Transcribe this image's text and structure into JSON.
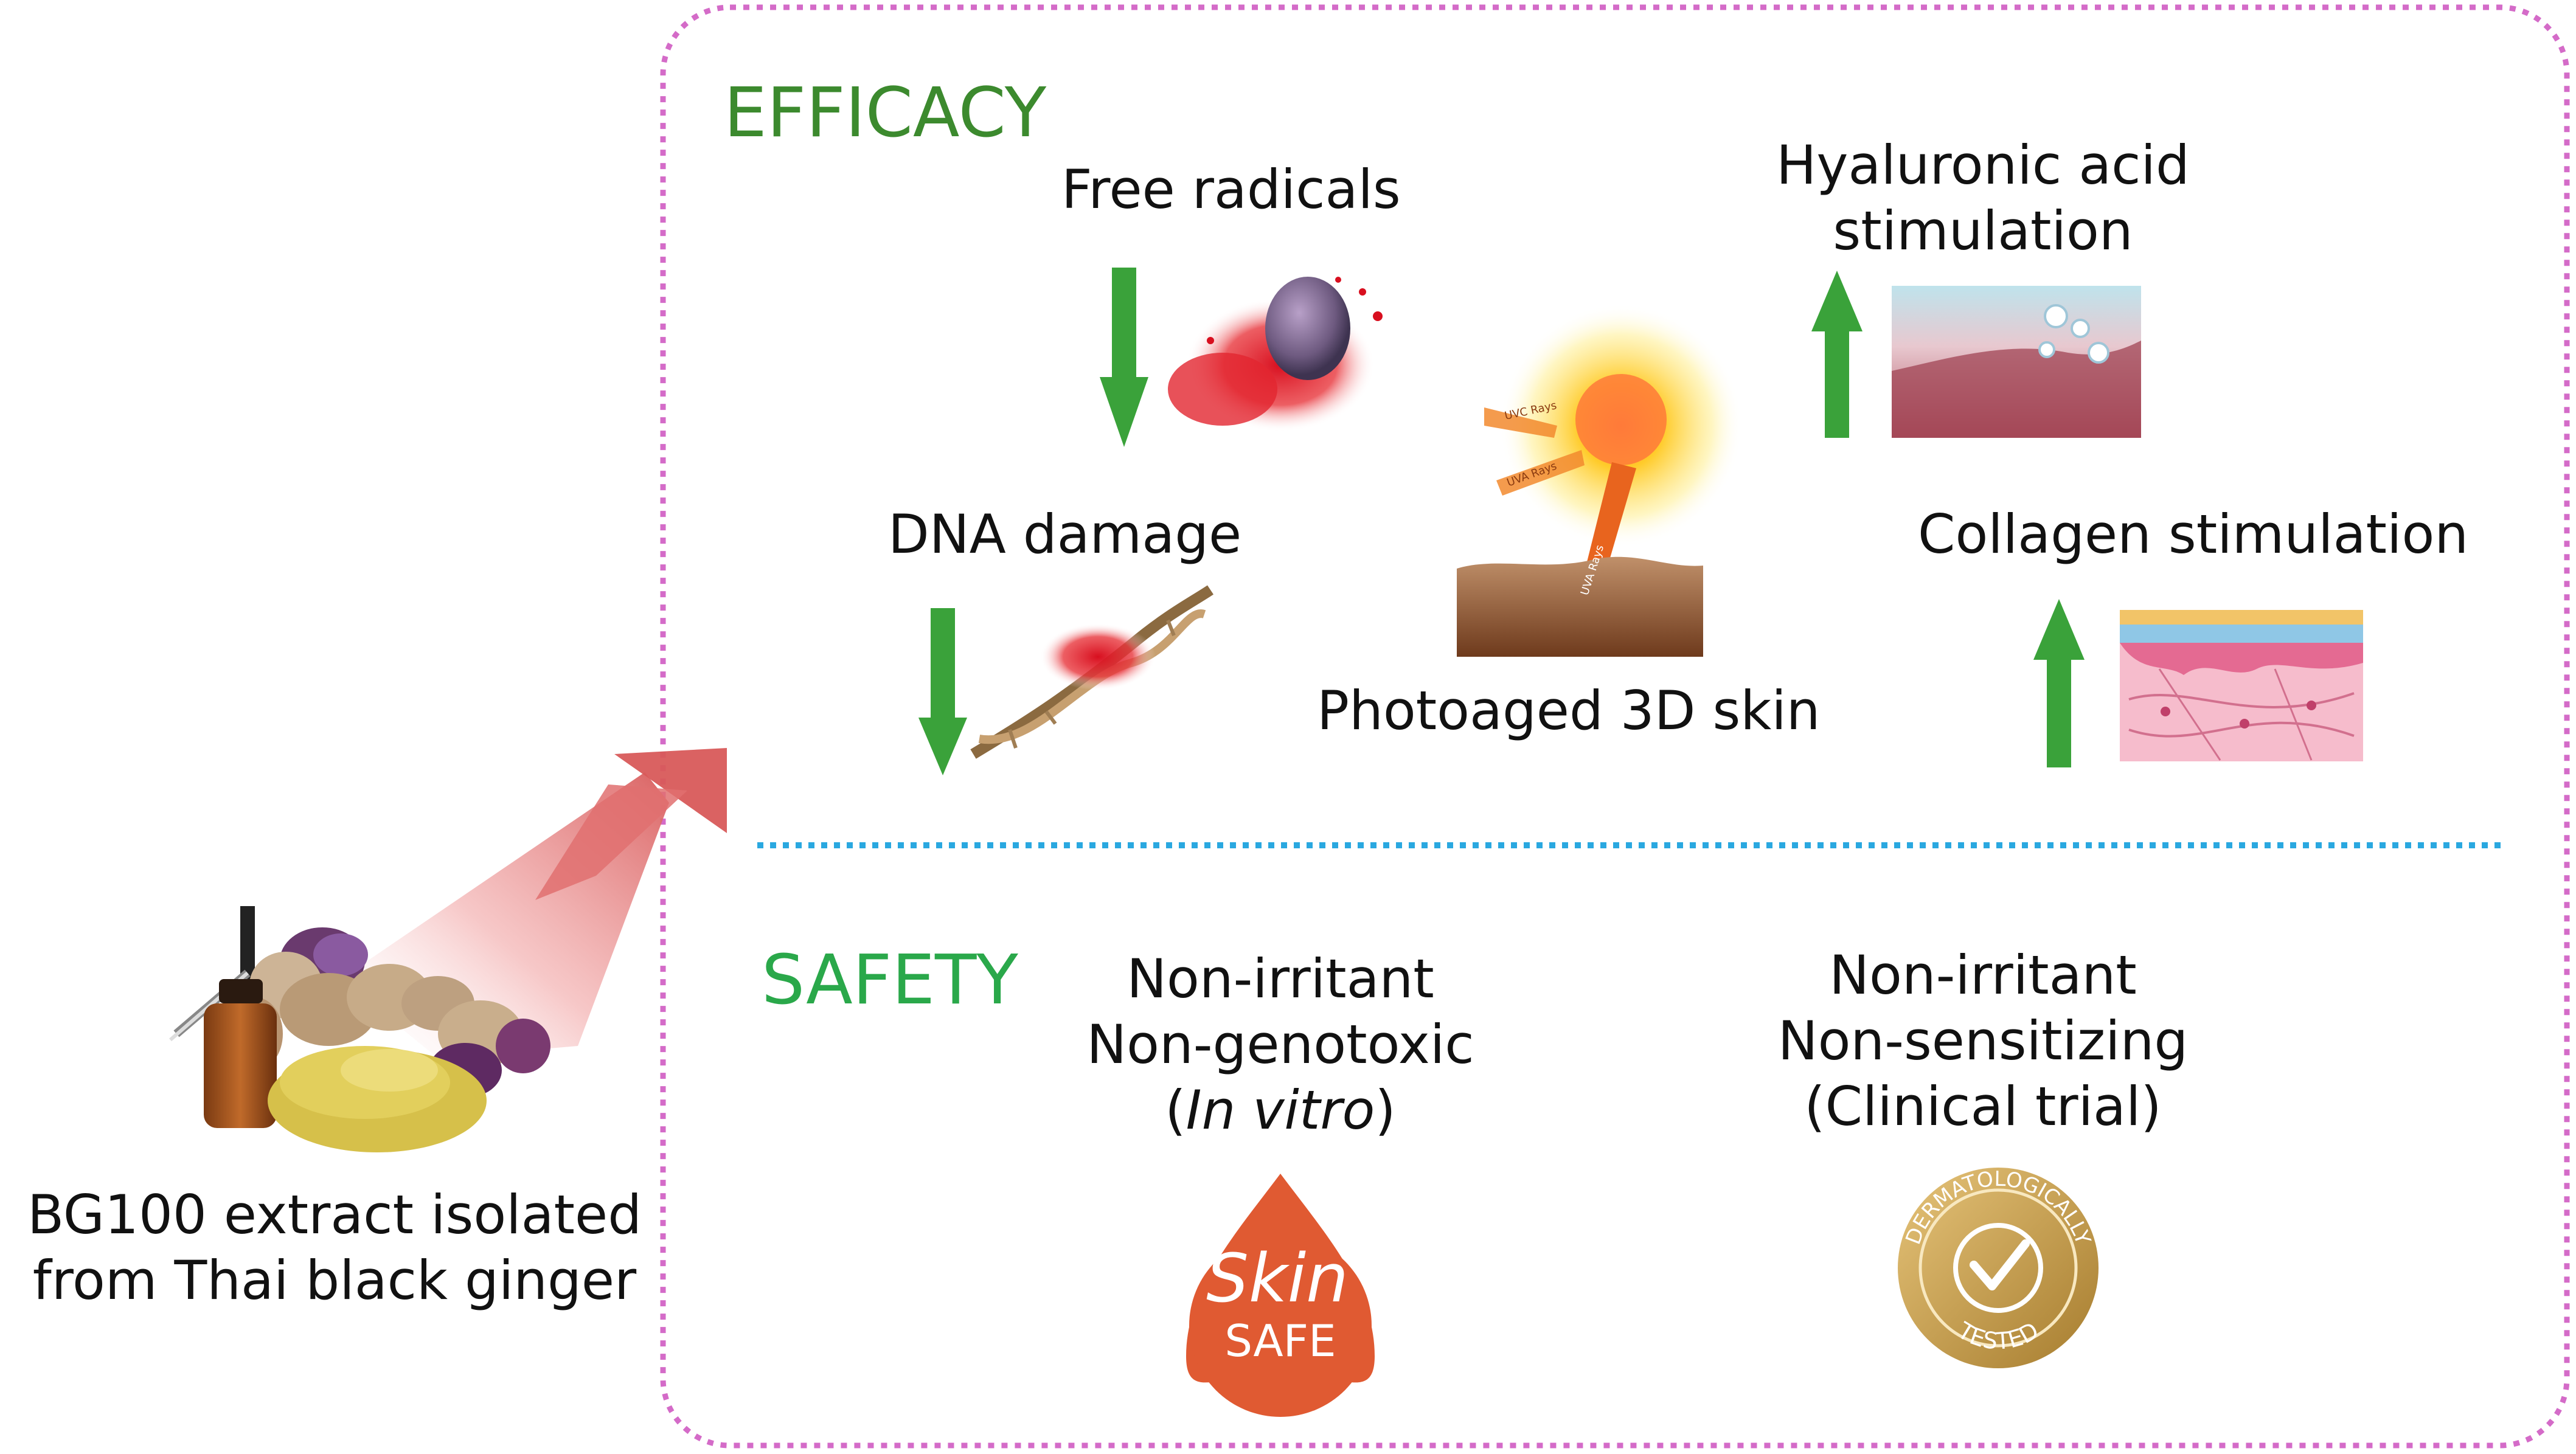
{
  "source": {
    "caption_line1": "BG100 extract isolated",
    "caption_line2": "from Thai black ginger"
  },
  "efficacy": {
    "heading": "EFFICACY",
    "free_radicals": "Free radicals",
    "dna_damage": "DNA damage",
    "photoaged": "Photoaged 3D skin",
    "hyaluronic_line1": "Hyaluronic acid",
    "hyaluronic_line2": "stimulation",
    "collagen": "Collagen stimulation",
    "sun_rays": [
      "UVC Rays",
      "UVA Rays",
      "UVA Rays"
    ]
  },
  "safety": {
    "heading": "SAFETY",
    "invitro_line1": "Non-irritant",
    "invitro_line2": "Non-genotoxic",
    "invitro_paren_open": "(",
    "invitro_italic": "In vitro",
    "invitro_paren_close": ")",
    "clinical_line1": "Non-irritant",
    "clinical_line2": "Non-sensitizing",
    "clinical_line3": "(Clinical trial)",
    "skinsafe_logo": {
      "word1": "Skin",
      "word2": "SAFE"
    },
    "derm_seal": {
      "arc_top": "DERMATOLOGICALLY",
      "arc_bottom": "TESTED"
    }
  },
  "indicators": {
    "free_radicals": "decrease",
    "dna_damage": "decrease",
    "hyaluronic_acid": "increase",
    "collagen": "increase"
  },
  "colors": {
    "heading_efficacy": "#3c8a2e",
    "heading_safety": "#2aa84a",
    "arrow_green": "#3aa23a",
    "frame_border": "#d46bc8",
    "divider": "#2aa8e0",
    "skinsafe_orange": "#e05a32",
    "seal_gold": "#c8a050"
  }
}
